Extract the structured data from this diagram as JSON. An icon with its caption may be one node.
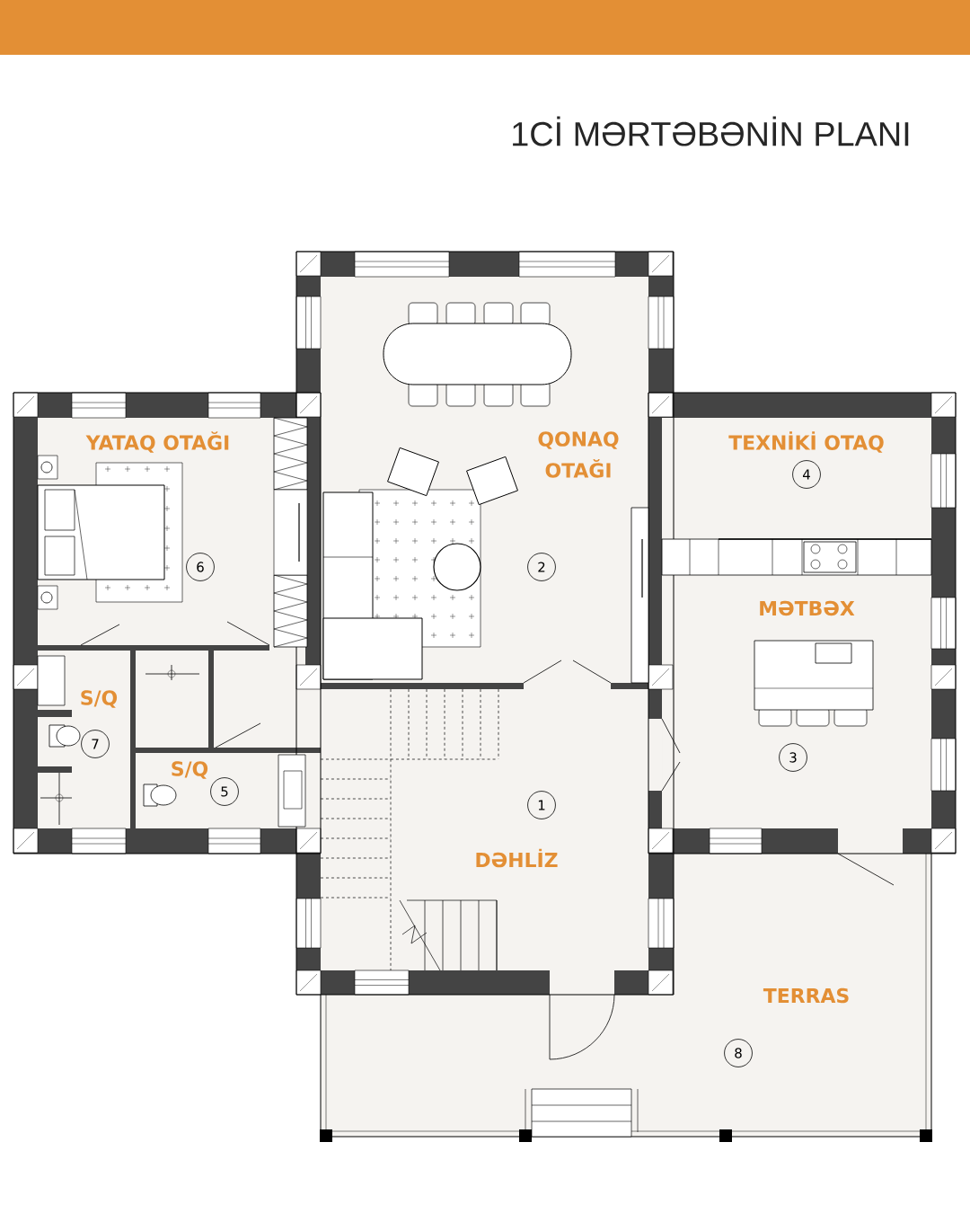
{
  "diagram": {
    "title": "1Cİ MƏRTƏBƏNİN PLANI",
    "labels": [
      "YATAQ OTAĞI",
      "QONAQ OTAĞI",
      "TEXNİKİ OTAQ",
      "4",
      "6",
      "2",
      "MƏTBƏX",
      "S/Q",
      "7",
      "S/Q",
      "5",
      "3",
      "1",
      "DƏHLİZ",
      "TERRAS",
      "8"
    ]
  }
}
